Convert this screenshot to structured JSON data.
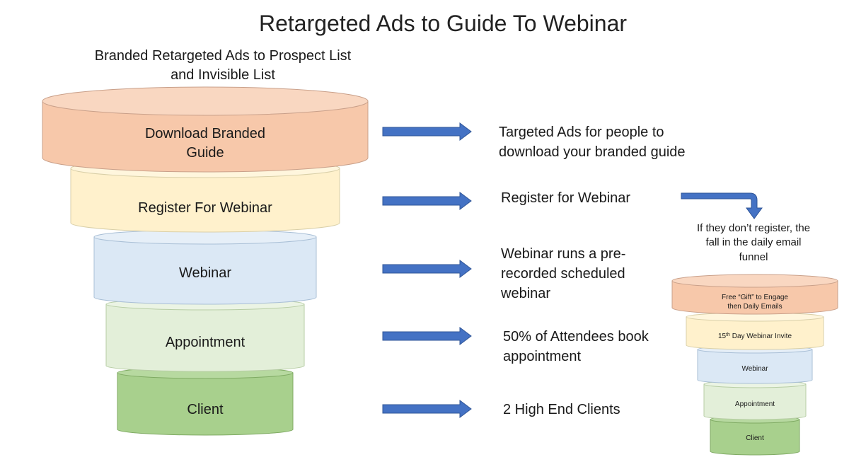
{
  "title": "Retargeted Ads to Guide To Webinar",
  "subtitle": "Branded Retargeted Ads to Prospect List and Invisible List",
  "main_funnel": [
    {
      "label": "Download Branded Guide",
      "color": "#f7c8aa",
      "top_color": "#f9d7c1",
      "stroke": "#c9a08a"
    },
    {
      "label": "Register For Webinar",
      "color": "#fff1cc",
      "top_color": "#fff6dd",
      "stroke": "#d9cfa8"
    },
    {
      "label": "Webinar",
      "color": "#dbe8f5",
      "top_color": "#e6eff8",
      "stroke": "#a9bfd6"
    },
    {
      "label": "Appointment",
      "color": "#e3efd9",
      "top_color": "#ebf4e4",
      "stroke": "#b7cda5"
    },
    {
      "label": "Client",
      "color": "#a8d08d",
      "top_color": "#b7d9a0",
      "stroke": "#7faa63"
    }
  ],
  "descriptions": [
    "Targeted Ads for people to download your branded guide",
    "Register for Webinar",
    "Webinar runs a pre-recorded scheduled webinar",
    "50% of Attendees book appointment",
    "2 High End Clients"
  ],
  "fall_note": "If they don’t register, the fall in the daily email funnel",
  "mini_funnel": [
    {
      "label": "Free “Gift” to Engage then Daily Emails"
    },
    {
      "label": "15th Day Webinar Invite"
    },
    {
      "label": "Webinar"
    },
    {
      "label": "Appointment"
    },
    {
      "label": "Client"
    }
  ],
  "colors": {
    "arrow": "#4472c4",
    "arrow_stroke": "#2f5597"
  }
}
